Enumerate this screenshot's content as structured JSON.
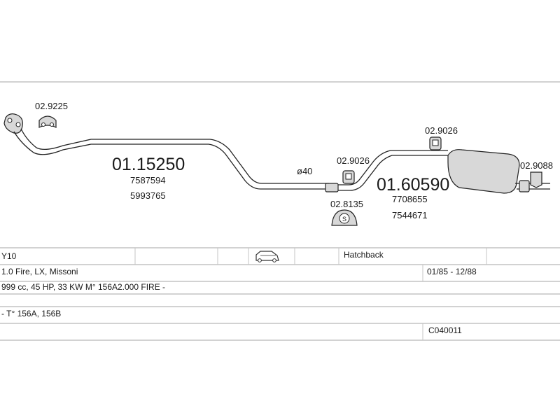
{
  "parts": {
    "front_pipe": {
      "number": "01.15250",
      "oem_1": "7587594",
      "oem_2": "5993765"
    },
    "rear_silencer": {
      "number": "01.60590",
      "oem_1": "7708655",
      "oem_2": "7544671"
    },
    "clamp_front": {
      "number": "02.9225"
    },
    "hanger_mid": {
      "number": "02.9026"
    },
    "hanger_rear": {
      "number": "02.9026"
    },
    "hanger_tail": {
      "number": "02.9088"
    },
    "clamp_ring": {
      "number": "02.8135"
    },
    "diameter_label": "ø40"
  },
  "table": {
    "row1": {
      "model": "Y10",
      "body_type": "Hatchback",
      "body_icon": "car-icon"
    },
    "row2": {
      "variant": "1.0 Fire, LX, Missoni",
      "years": "01/85 - 12/88"
    },
    "row3": {
      "engine": "999 cc, 45 HP, 33 KW M° 156A2.000 FIRE -"
    },
    "row4": {
      "types": "- T° 156A, 156B"
    },
    "row5": {
      "catalog_code": "C040011"
    }
  }
}
